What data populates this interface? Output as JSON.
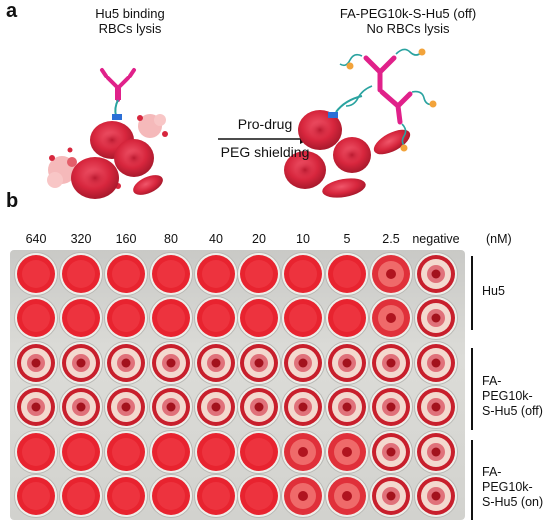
{
  "panel_a": {
    "label": "a",
    "left_caption_line1": "Hu5 binding",
    "left_caption_line2": "RBCs lysis",
    "right_caption_line1": "FA-PEG10k-S-Hu5 (off)",
    "right_caption_line2": "No RBCs lysis",
    "arrow_label_top": "Pro-drug",
    "arrow_label_bottom": "PEG shielding"
  },
  "panel_b": {
    "label": "b",
    "concentrations": [
      "640",
      "320",
      "160",
      "80",
      "40",
      "20",
      "10",
      "5",
      "2.5",
      "negative"
    ],
    "unit": "(nM)",
    "groups": [
      {
        "name_line1": "Hu5",
        "name_line2": ""
      },
      {
        "name_line1": "FA-PEG10k-",
        "name_line2": "S-Hu5 (off)"
      },
      {
        "name_line1": "FA-PEG10k-",
        "name_line2": "S-Hu5 (on)"
      }
    ],
    "well_rows": [
      [
        "lysed",
        "lysed",
        "lysed",
        "lysed",
        "lysed",
        "lysed",
        "lysed",
        "lysed",
        "partial",
        "pellet"
      ],
      [
        "lysed",
        "lysed",
        "lysed",
        "lysed",
        "lysed",
        "lysed",
        "lysed",
        "lysed",
        "partial",
        "pellet"
      ],
      [
        "pellet",
        "pellet",
        "pellet",
        "pellet",
        "pellet",
        "pellet",
        "pellet",
        "pellet",
        "pellet",
        "pellet"
      ],
      [
        "pellet",
        "pellet",
        "pellet",
        "pellet",
        "pellet",
        "pellet",
        "pellet",
        "pellet",
        "pellet",
        "pellet"
      ],
      [
        "lysed",
        "lysed",
        "lysed",
        "lysed",
        "lysed",
        "lysed",
        "partial",
        "partial",
        "pellet",
        "pellet"
      ],
      [
        "lysed",
        "lysed",
        "lysed",
        "lysed",
        "lysed",
        "lysed",
        "partial",
        "partial",
        "pellet",
        "pellet"
      ]
    ]
  },
  "colors": {
    "rbc": "#d7263d",
    "rbc_dark": "#a8192c",
    "antibody": "#e0218a",
    "peg": "#2aa3a0",
    "folate": "#f2a33a",
    "lysed_well": "#e8232f",
    "pellet_ring": "#f3d9cf"
  }
}
